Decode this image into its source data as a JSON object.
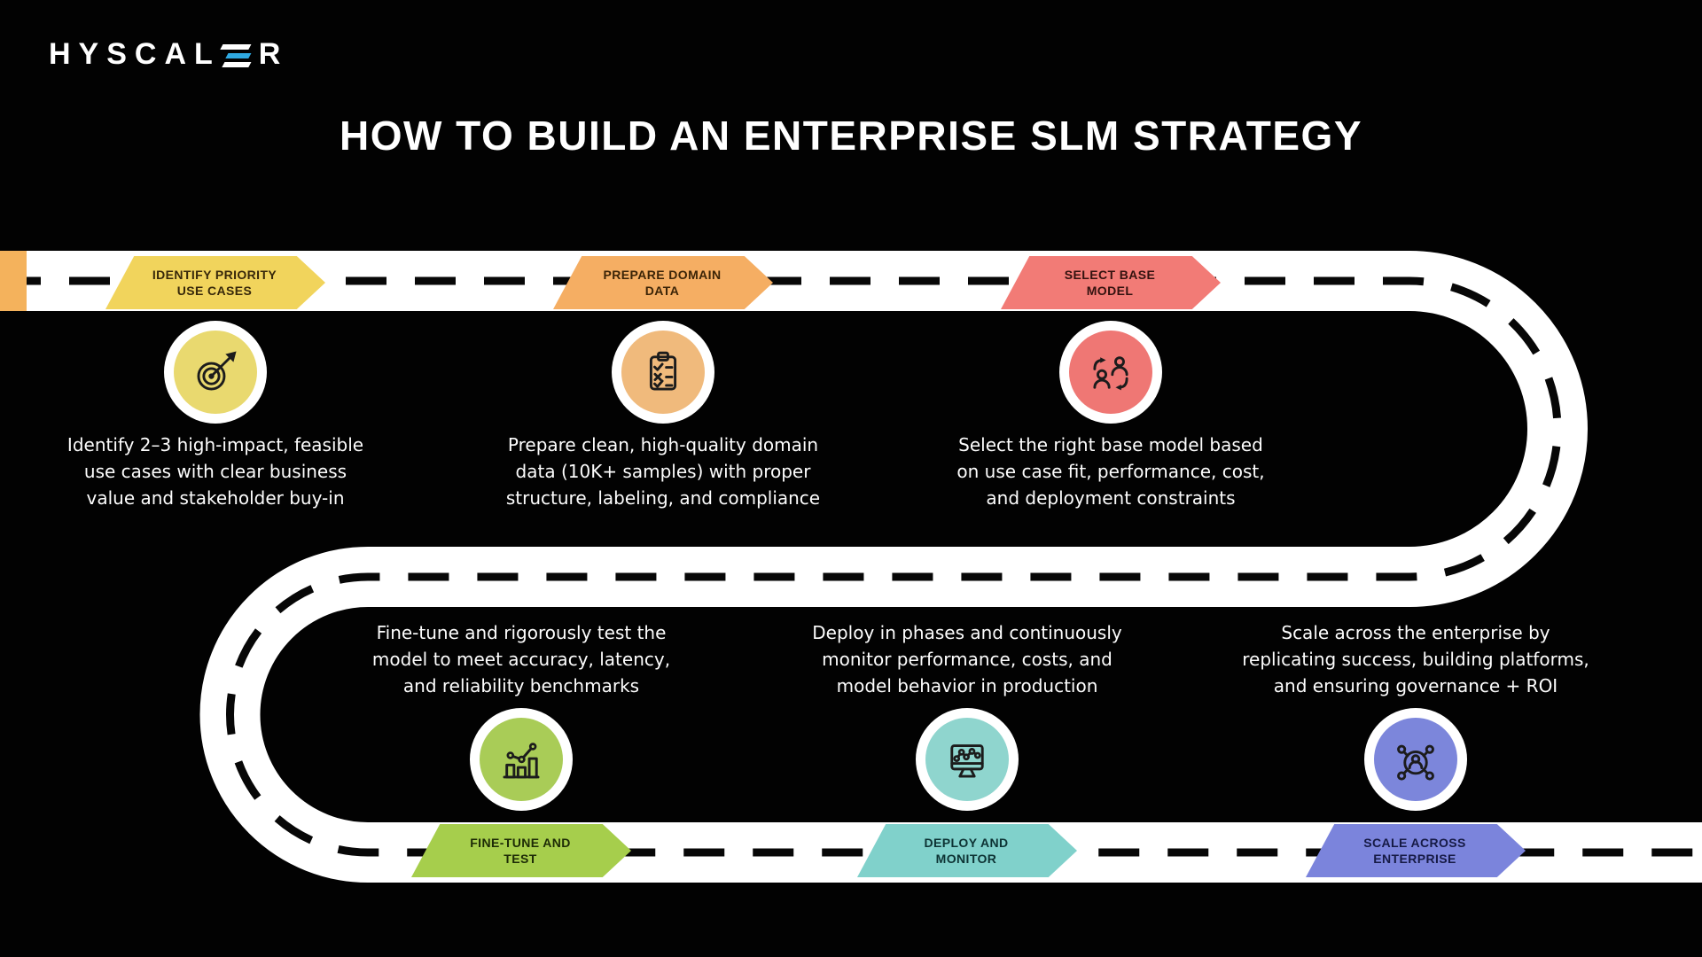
{
  "brand": {
    "name_left": "HYSCAL",
    "name_right": "R",
    "accent_color": "#2FA9E1"
  },
  "title": "HOW TO BUILD AN ENTERPRISE SLM STRATEGY",
  "road": {
    "surface_color": "#FFFFFF",
    "dash_color": "#070707",
    "start_marker_color": "#F4B25C"
  },
  "steps": [
    {
      "banner_lines": [
        "IDENTIFY PRIORITY",
        "USE CASES"
      ],
      "banner_color": "#F1D45C",
      "banner_text_color": "#37280A",
      "icon": "target-icon",
      "icon_bg": "#E9D96F",
      "desc_lines": [
        "Identify 2–3 high-impact, feasible",
        "use cases with clear business",
        "value and stakeholder buy-in"
      ]
    },
    {
      "banner_lines": [
        "PREPARE DOMAIN",
        "DATA"
      ],
      "banner_color": "#F5AE63",
      "banner_text_color": "#3B2407",
      "icon": "clipboard-checklist-icon",
      "icon_bg": "#F0BA7C",
      "desc_lines": [
        "Prepare clean, high-quality domain",
        "data (10K+ samples) with proper",
        "structure, labeling, and compliance"
      ]
    },
    {
      "banner_lines": [
        "SELECT BASE",
        "MODEL"
      ],
      "banner_color": "#F27B76",
      "banner_text_color": "#33120F",
      "icon": "people-swap-icon",
      "icon_bg": "#EF7774",
      "desc_lines": [
        "Select the right base model based",
        "on use case fit, performance, cost,",
        "and deployment constraints"
      ]
    },
    {
      "banner_lines": [
        "FINE-TUNE AND",
        "TEST"
      ],
      "banner_color": "#A6CE4C",
      "banner_text_color": "#1D2B06",
      "icon": "growth-chart-icon",
      "icon_bg": "#A9CC57",
      "desc_lines": [
        "Fine-tune and rigorously test the",
        "model to meet accuracy, latency,",
        "and reliability benchmarks"
      ]
    },
    {
      "banner_lines": [
        "DEPLOY AND",
        "MONITOR"
      ],
      "banner_color": "#80D1CB",
      "banner_text_color": "#0D3334",
      "icon": "monitor-chart-icon",
      "icon_bg": "#8FD5CE",
      "desc_lines": [
        "Deploy in phases and continuously",
        "monitor performance, costs, and",
        "model behavior in production"
      ]
    },
    {
      "banner_lines": [
        "SCALE ACROSS",
        "ENTERPRISE"
      ],
      "banner_color": "#7B84DC",
      "banner_text_color": "#161A45",
      "icon": "network-person-icon",
      "icon_bg": "#7C86DB",
      "desc_lines": [
        "Scale across the enterprise by",
        "replicating success, building platforms,",
        "and ensuring governance + ROI"
      ]
    }
  ]
}
